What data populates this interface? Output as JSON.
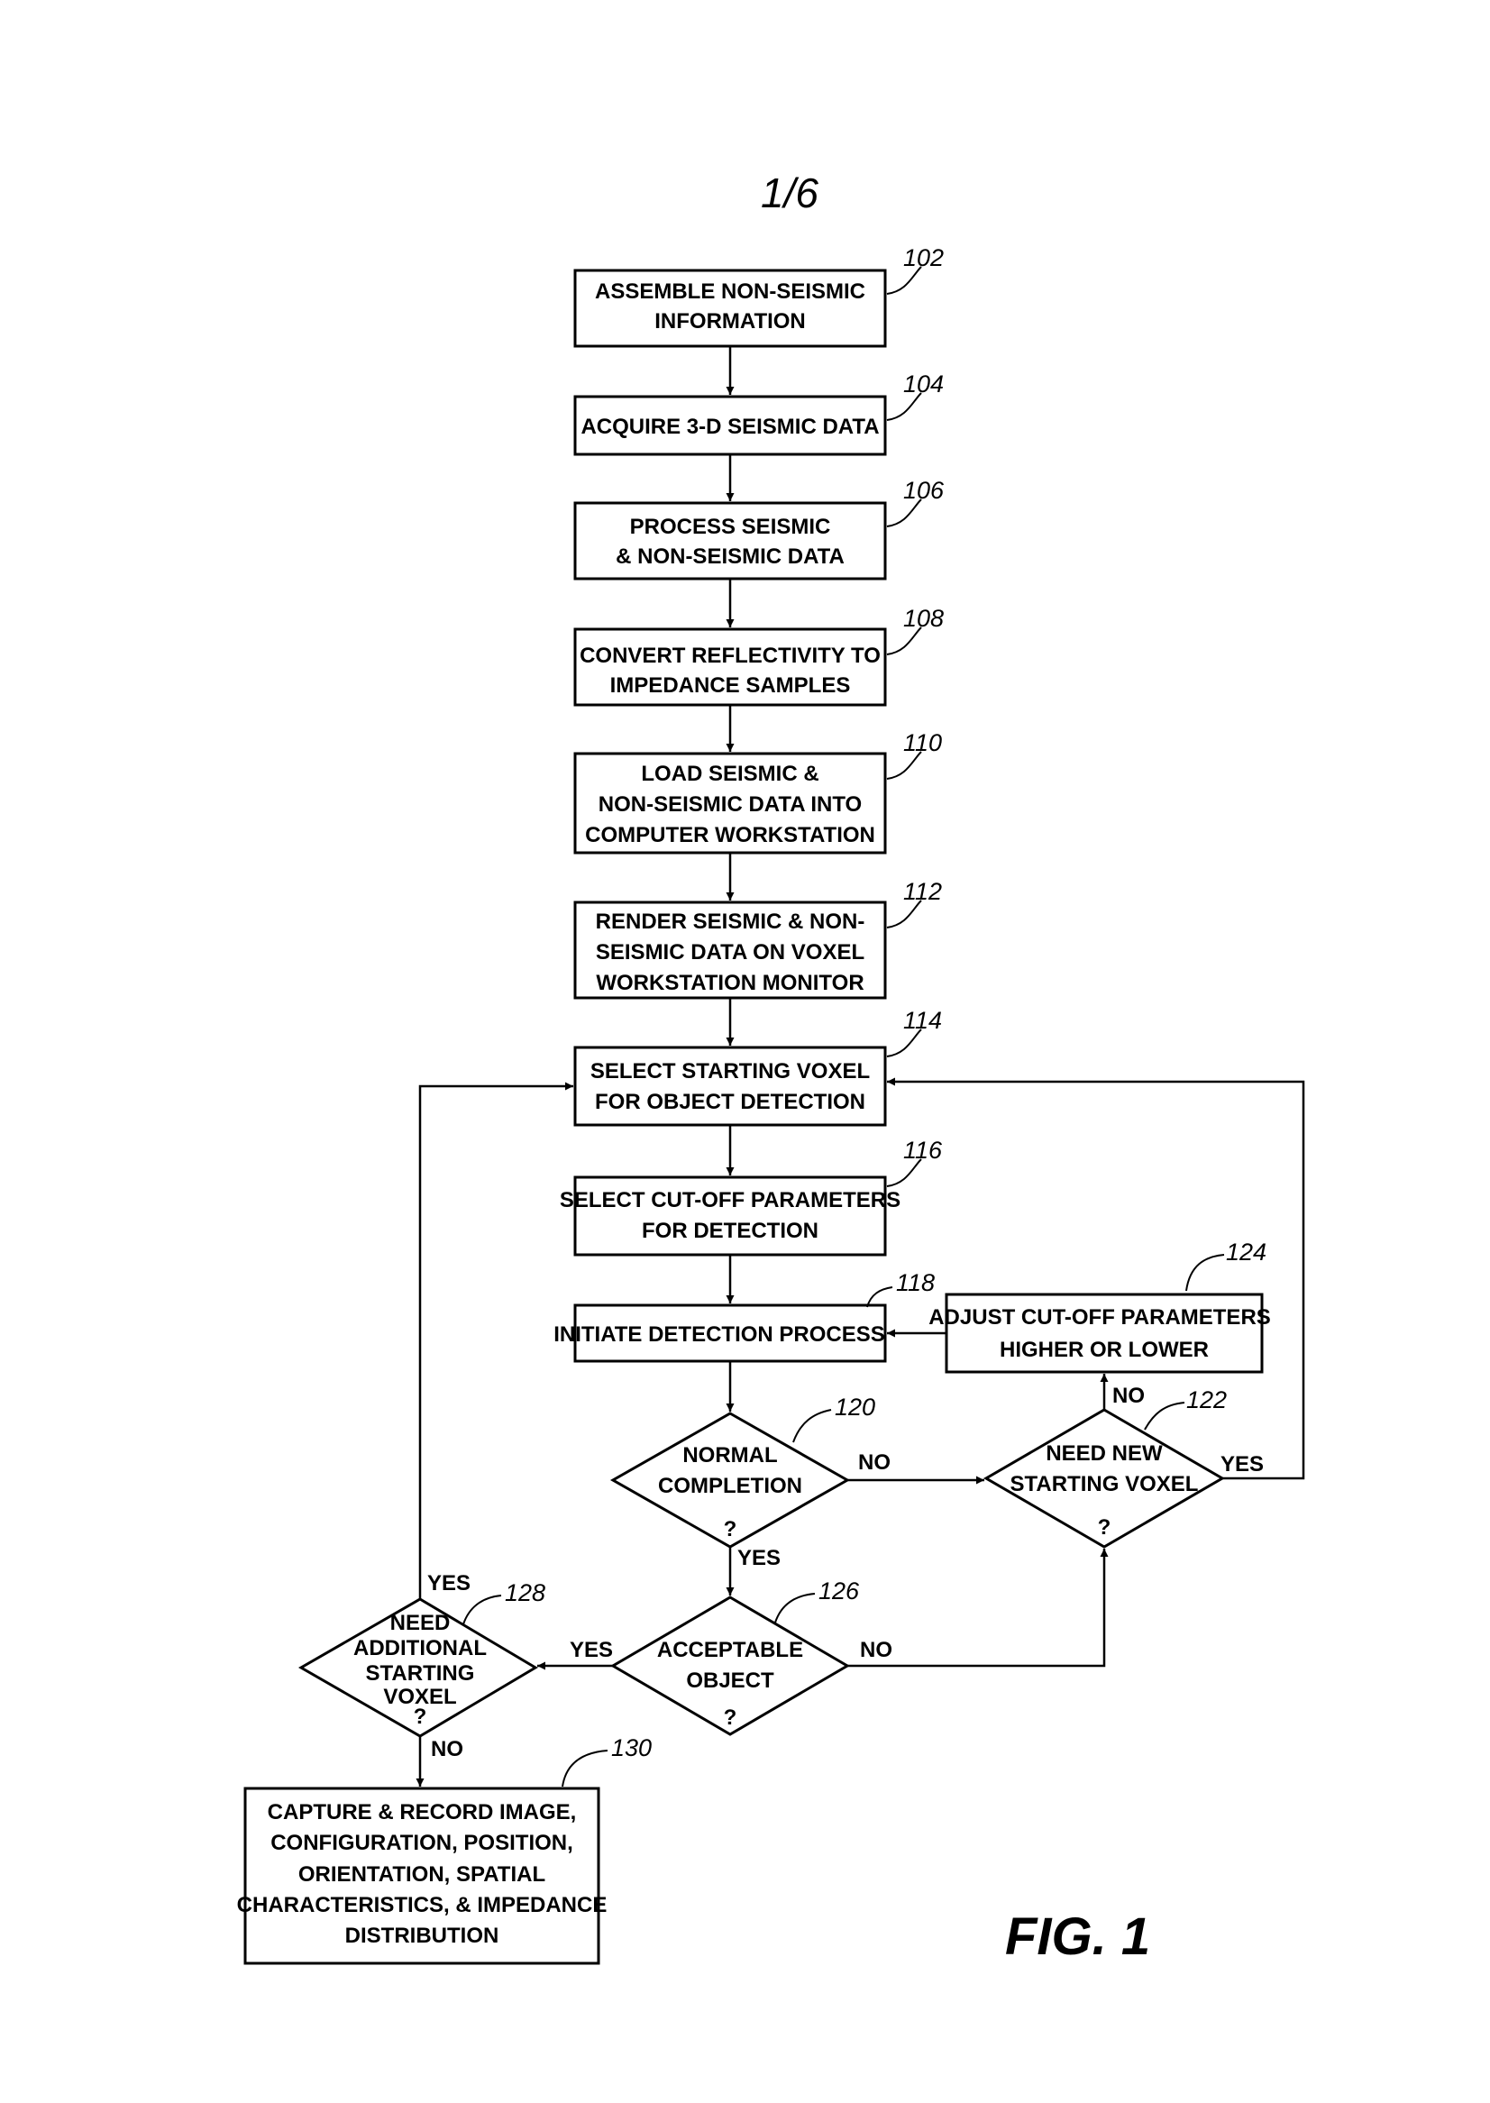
{
  "page_label": "1/6",
  "figure_label": "FIG. 1",
  "steps": {
    "s102": {
      "ref": "102",
      "lines": [
        "ASSEMBLE NON-SEISMIC",
        "INFORMATION"
      ]
    },
    "s104": {
      "ref": "104",
      "lines": [
        "ACQUIRE 3-D SEISMIC DATA"
      ]
    },
    "s106": {
      "ref": "106",
      "lines": [
        "PROCESS SEISMIC",
        "& NON-SEISMIC DATA"
      ]
    },
    "s108": {
      "ref": "108",
      "lines": [
        "CONVERT REFLECTIVITY TO",
        "IMPEDANCE SAMPLES"
      ]
    },
    "s110": {
      "ref": "110",
      "lines": [
        "LOAD SEISMIC &",
        "NON-SEISMIC DATA INTO",
        "COMPUTER WORKSTATION"
      ]
    },
    "s112": {
      "ref": "112",
      "lines": [
        "RENDER SEISMIC & NON-",
        "SEISMIC DATA ON VOXEL",
        "WORKSTATION MONITOR"
      ]
    },
    "s114": {
      "ref": "114",
      "lines": [
        "SELECT STARTING VOXEL",
        "FOR OBJECT DETECTION"
      ]
    },
    "s116": {
      "ref": "116",
      "lines": [
        "SELECT CUT-OFF PARAMETERS",
        "FOR DETECTION"
      ]
    },
    "s118": {
      "ref": "118",
      "lines": [
        "INITIATE DETECTION PROCESS"
      ]
    },
    "s124": {
      "ref": "124",
      "lines": [
        "ADJUST CUT-OFF PARAMETERS",
        "HIGHER OR LOWER"
      ]
    },
    "s130": {
      "ref": "130",
      "lines": [
        "CAPTURE & RECORD IMAGE,",
        "CONFIGURATION, POSITION,",
        "ORIENTATION, SPATIAL",
        "CHARACTERISTICS, & IMPEDANCE",
        "DISTRIBUTION"
      ]
    }
  },
  "decisions": {
    "d120": {
      "ref": "120",
      "lines": [
        "NORMAL",
        "COMPLETION"
      ],
      "q": "?"
    },
    "d122": {
      "ref": "122",
      "lines": [
        "NEED NEW",
        "STARTING VOXEL"
      ],
      "q": "?"
    },
    "d126": {
      "ref": "126",
      "lines": [
        "ACCEPTABLE",
        "OBJECT"
      ],
      "q": "?"
    },
    "d128": {
      "ref": "128",
      "lines": [
        "NEED",
        "ADDITIONAL",
        "STARTING",
        "VOXEL"
      ],
      "q": "?"
    }
  },
  "branch_labels": {
    "d120_no": "NO",
    "d120_yes": "YES",
    "d122_no": "NO",
    "d122_yes": "YES",
    "d126_yes": "YES",
    "d126_no": "NO",
    "d128_yes": "YES",
    "d128_no": "NO"
  }
}
